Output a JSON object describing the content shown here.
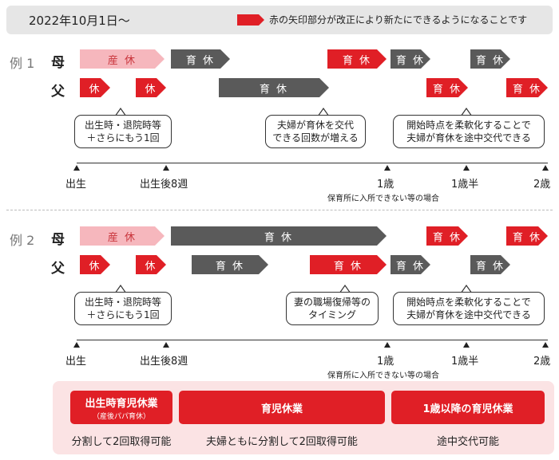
{
  "header": {
    "title": "2022年10月1日〜",
    "legend_text": "赤の矢印部分が改正により新たにできるようになることです",
    "accent_color": "#e01f26"
  },
  "examples": [
    {
      "label": "例 1",
      "mother_label": "母",
      "father_label": "父",
      "mother_bars": [
        {
          "label": "産 休",
          "style": "pink"
        },
        {
          "label": "育 休",
          "style": "grey"
        },
        {
          "label": "育 休",
          "style": "red"
        },
        {
          "label": "育 休",
          "style": "grey"
        },
        {
          "label": "育 休",
          "style": "grey"
        }
      ],
      "father_bars": [
        {
          "label": "休",
          "style": "red"
        },
        {
          "label": "休",
          "style": "red"
        },
        {
          "label": "育 休",
          "style": "grey"
        },
        {
          "label": "育 休",
          "style": "red"
        },
        {
          "label": "育 休",
          "style": "red"
        }
      ],
      "callouts": [
        "出生時・退院時等\n＋さらにもう1回",
        "夫婦が育休を交代\nできる回数が増える",
        "開始時点を柔軟化することで\n夫婦が育休を途中交代できる"
      ],
      "ticks": [
        "出生",
        "出生後8週",
        "1歳",
        "1歳半",
        "2歳"
      ],
      "note": "保育所に入所できない等の場合"
    },
    {
      "label": "例 2",
      "mother_label": "母",
      "father_label": "父",
      "mother_bars": [
        {
          "label": "産 休",
          "style": "pink"
        },
        {
          "label": "育 休",
          "style": "grey"
        },
        {
          "label": "育 休",
          "style": "red"
        },
        {
          "label": "育 休",
          "style": "red"
        }
      ],
      "father_bars": [
        {
          "label": "休",
          "style": "red"
        },
        {
          "label": "休",
          "style": "red"
        },
        {
          "label": "育 休",
          "style": "grey"
        },
        {
          "label": "育 休",
          "style": "red"
        },
        {
          "label": "育 休",
          "style": "grey"
        },
        {
          "label": "育 休",
          "style": "grey"
        }
      ],
      "callouts": [
        "出生時・退院時等\n＋さらにもう1回",
        "妻の職場復帰等の\nタイミング",
        "開始時点を柔軟化することで\n夫婦が育休を途中交代できる"
      ],
      "ticks": [
        "出生",
        "出生後8週",
        "1歳",
        "1歳半",
        "2歳"
      ],
      "note": "保育所に入所できない等の場合"
    }
  ],
  "summary": [
    {
      "title": "出生時育児休業",
      "sub": "（産後パパ育休）",
      "desc": "分割して2回取得可能"
    },
    {
      "title": "育児休業",
      "sub": "",
      "desc": "夫婦ともに分割して2回取得可能"
    },
    {
      "title": "1歳以降の育児休業",
      "sub": "",
      "desc": "途中交代可能"
    }
  ]
}
